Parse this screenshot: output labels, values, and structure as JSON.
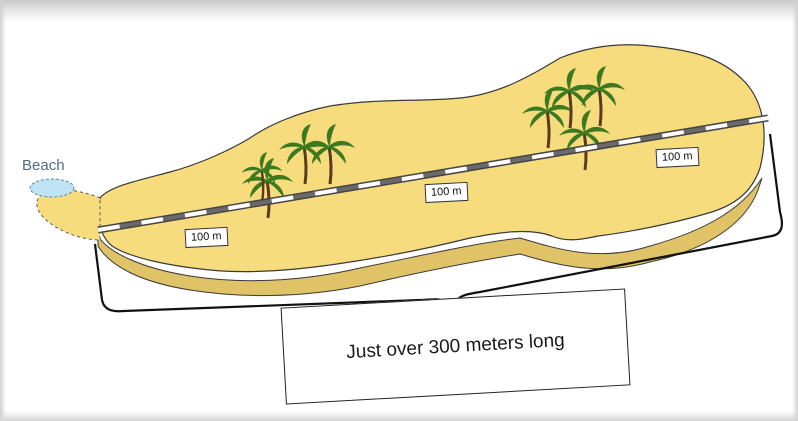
{
  "labels": {
    "beach": "Beach",
    "segment_1": "100 m",
    "segment_2": "100 m",
    "segment_3": "100 m",
    "total_length": "Just over 300 meters long"
  },
  "colors": {
    "island_sand": "#f7dc7e",
    "island_edge": "#3a3a3a",
    "island_shadow": "#e0c267",
    "water": "#bfe3f2",
    "palm_leaf": "#3d7a1f",
    "palm_trunk": "#5a3b1f",
    "scale_dark": "#555555",
    "scale_light": "#ffffff"
  },
  "icons": [
    "palm-tree-icon"
  ]
}
